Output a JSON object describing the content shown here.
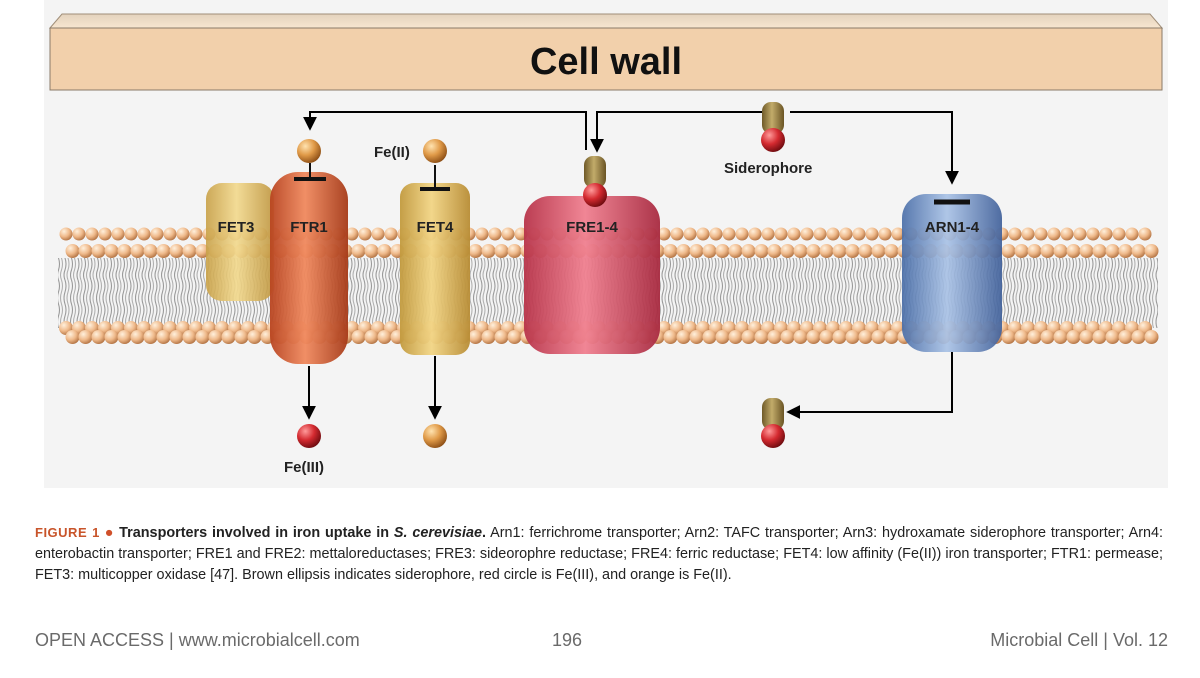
{
  "diagram": {
    "cell_wall": "Cell wall",
    "proteins": {
      "fet3": "FET3",
      "ftr1": "FTR1",
      "fet4": "FET4",
      "fre": "FRE1-4",
      "arn": "ARN1-4"
    },
    "labels": {
      "fe2": "Fe(II)",
      "fe3": "Fe(III)",
      "siderophore": "Siderophore"
    },
    "colors": {
      "cell_wall": "#f2d0ab",
      "fet3": "#e8c873",
      "ftr1": "#e0734a",
      "fet4": "#e8c56a",
      "fre": "#df5f6e",
      "arn": "#7d9ed0",
      "fe2_orange": "#d98f3d",
      "fe3_red": "#c8202a",
      "siderophore_brown": "#9c8548",
      "lipid_head": "#efb98a"
    }
  },
  "caption": {
    "figure_label": "FIGURE 1",
    "dot": "●",
    "title_start": "Transporters involved in iron uptake in ",
    "title_species": "S. cerevisiae",
    "title_end": ".",
    "body": " Arn1: ferrichrome transporter; Arn2: TAFC transporter; Arn3: hydroxamate siderophore transporter; Arn4: enterobactin transporter; FRE1 and FRE2: mettaloreductases; FRE3: sideorophre reductase; FRE4: ferric reductase; FET4:  low affinity (Fe(II)) iron transporter; FTR1: permease; FET3: multicopper oxidase [47]. Brown ellipsis indicates siderophore, red circle is Fe(III), and orange is Fe(II)."
  },
  "footer": {
    "left": "OPEN ACCESS | www.microbialcell.com",
    "page": "196",
    "right": "Microbial Cell | Vol. 12"
  }
}
